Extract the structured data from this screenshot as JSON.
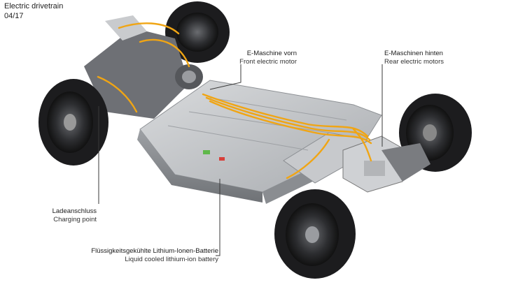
{
  "header": {
    "title": "Electric drivetrain",
    "date": "04/17"
  },
  "callouts": {
    "front_motor": {
      "de": "E-Maschine vorn",
      "en": "Front electric motor"
    },
    "rear_motors": {
      "de": "E-Maschinen hinten",
      "en": "Rear electric motors"
    },
    "charging": {
      "de": "Ladeanschluss",
      "en": "Charging point"
    },
    "battery": {
      "de": "Flüssigkeitsgekühlte Lithium-Ionen-Batterie",
      "en": "Liquid cooled lithium-ion battery"
    }
  },
  "colors": {
    "background": "#ffffff",
    "battery_gray": "#b9bcbf",
    "cable_orange": "#f0a514",
    "tire_dark": "#1c1c1e",
    "leader_line": "#3a3a3a"
  }
}
